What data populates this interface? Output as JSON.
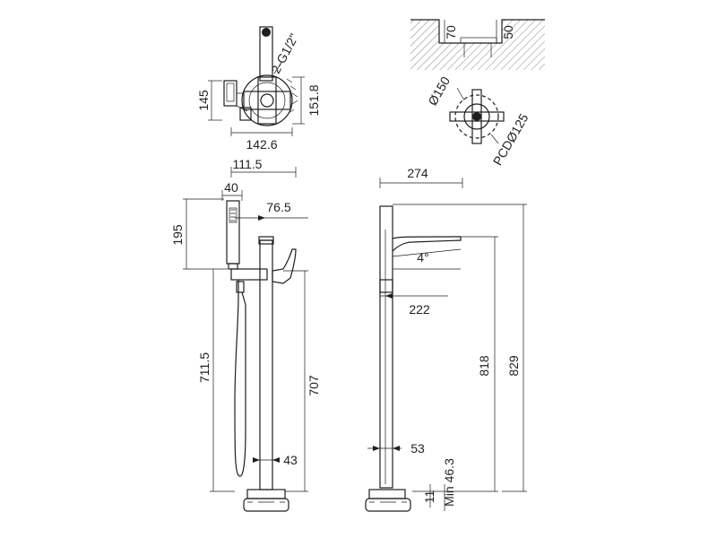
{
  "dimensions": {
    "top_height": "145",
    "top_thread": "2-G1/2\"",
    "top_depth": "151.8",
    "top_width": "142.6",
    "recess_70": "70",
    "recess_50": "50",
    "diam_150": "Ø150",
    "pcd_125": "PCDØ125",
    "handshower_offset": "111.5",
    "handshower_width": "40",
    "spout_offset": "76.5",
    "handshower_height": "195",
    "hose_height": "711.5",
    "spout_height": "707",
    "column_diam_front": "43",
    "projection": "274",
    "angle": "4°",
    "spout_level": "222",
    "overall_height": "818",
    "total_height": "829",
    "column_diam_side": "53",
    "base_11": "11",
    "min_46": "Min 46.3"
  }
}
